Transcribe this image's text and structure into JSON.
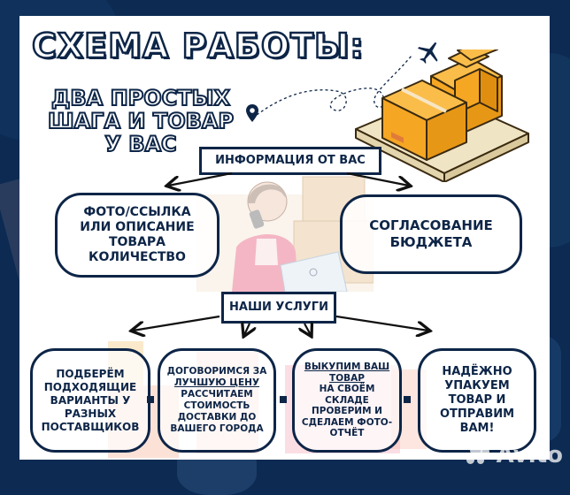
{
  "title": "СХЕМА РАБОТЫ:",
  "subtitle": {
    "lines": [
      "ДВА ПРОСТЫХ",
      "ШАГА И ТОВАР",
      "У ВАС"
    ]
  },
  "info_section": {
    "label": "ИНФОРМАЦИЯ ОТ ВАС",
    "steps": [
      {
        "lines": [
          "ФОТО/ССЫЛКА",
          "ИЛИ ОПИСАНИЕ",
          "ТОВАРА",
          "КОЛИЧЕСТВО"
        ]
      },
      {
        "lines": [
          "СОГЛАСОВАНИЕ",
          "БЮДЖЕТА"
        ]
      }
    ]
  },
  "services_section": {
    "label": "НАШИ УСЛУГИ",
    "items": [
      {
        "lines": [
          "ПОДБЕРЁМ",
          "ПОДХОДЯЩИЕ",
          "ВАРИАНТЫ У",
          "РАЗНЫХ",
          "ПОСТАВЩИКОВ"
        ]
      },
      {
        "lines": [
          "ДОГОВОРИМСЯ ЗА",
          "ЛУЧШУЮ ЦЕНУ",
          "РАССЧИТАЕМ",
          "СТОИМОСТЬ",
          "ДОСТАВКИ ДО",
          "ВАШЕГО ГОРОДА"
        ]
      },
      {
        "lines": [
          "ВЫКУПИМ ВАШ",
          "ТОВАР",
          "НА СВОЁМ",
          "СКЛАДЕ",
          "ПРОВЕРИМ И",
          "СДЕЛАЕМ ФОТО-",
          "ОТЧЁТ"
        ]
      },
      {
        "lines": [
          "НАДЁЖНО",
          "УПАКУЕМ",
          "ТОВАР И",
          "ОТПРАВИМ",
          "ВАМ!"
        ]
      }
    ]
  },
  "watermark": "Avito",
  "colors": {
    "background": "#0c2a52",
    "card": "#ffffff",
    "ink": "#0d2547",
    "box_orange": "#f5a623",
    "pallet": "#efe4c4"
  },
  "icons": [
    "map-pin-icon",
    "airplane-icon",
    "boxes-on-pallet-illustration",
    "woman-with-laptop-illustration",
    "avito-logo-icon"
  ]
}
